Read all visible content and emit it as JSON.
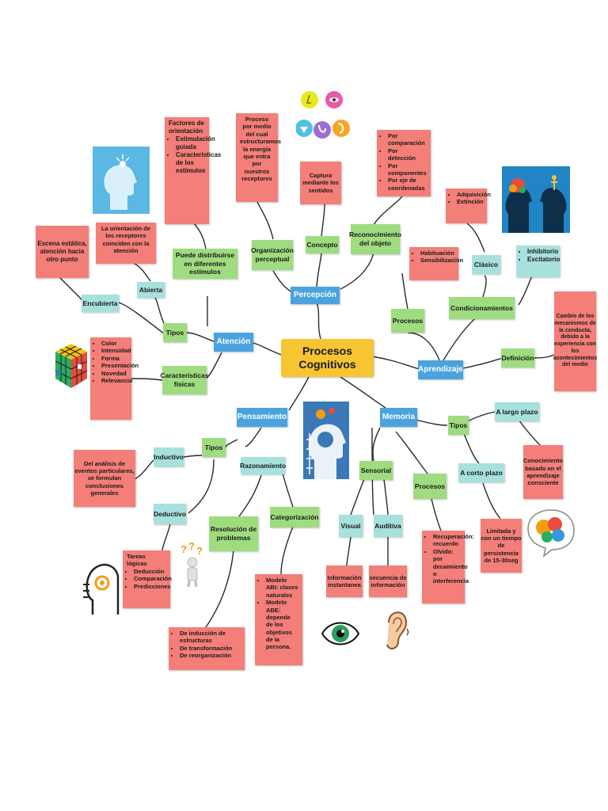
{
  "center_title": "Procesos Cognitivos",
  "main": {
    "percepcion": "Percepción",
    "atencion": "Atención",
    "aprendizaje": "Aprendizaje",
    "pensamiento": "Pensamiento",
    "memoria": "Memoria"
  },
  "percepcion": {
    "organizacion": "Organización perceptual",
    "organizacion_desc": "Proceso por medio del cual estructuramos la energía que entra por nuestros receptores",
    "concepto": "Concepto",
    "concepto_desc": "Captura mediante los sentidos",
    "reconocimiento": "Reconocimiento del objeto",
    "reconocimiento_items": [
      "Por comparación",
      "Por detección",
      "Por componentes",
      "Por eje de coordenadas"
    ]
  },
  "atencion": {
    "distribuirse": "Puede distribuirse en diferentes estímulos",
    "factores_title": "Factores de orientación",
    "factores_items": [
      "Estimulación guiada",
      "Características de los estímulos"
    ],
    "tipos": "Tipos",
    "abierta": "Abierta",
    "abierta_desc": "La orientación de los receptores coinciden con la atención",
    "encubierta": "Encubierta",
    "encubierta_desc": "Escena estática, atención hacia otro punto",
    "caracteristicas": "Características físicas",
    "caracteristicas_items": [
      "Color",
      "Intensidad",
      "Forma",
      "Presentación",
      "Novedad",
      "Relevancia"
    ]
  },
  "aprendizaje": {
    "procesos": "Procesos",
    "procesos_items": [
      "Habituación",
      "Sensibilización"
    ],
    "condicionamientos": "Condicionamientos",
    "clasico": "Clásico",
    "clasico_items": [
      "Adquisición",
      "Extinción"
    ],
    "tipos_items": [
      "Inhibitorio",
      "Excitatorio"
    ],
    "definicion": "Definición",
    "definicion_desc": "Cambio de los mecanismos de la conducta, debido a la experiencia con los acontecimientos del medio"
  },
  "pensamiento": {
    "tipos": "Tipos",
    "inductivo": "Inductivo",
    "inductivo_desc": "Del análisis de eventos particulares, se formulan conclusiones generales",
    "deductivo": "Deductivo",
    "deductivo_items": [
      "Tareas lógicas",
      "Deducción",
      "Comparación",
      "Predicciones"
    ],
    "razonamiento": "Razonamiento",
    "resolucion": "Resolución de problemas",
    "resolucion_items": [
      "De inducción de estructuras",
      "De transformación",
      "De reorganización"
    ],
    "categorizacion": "Categorización",
    "categorizacion_items": [
      "Modelo ABI: clases naturales",
      "Modelo ABE: depende de los objetivos de la persona."
    ]
  },
  "memoria": {
    "sensorial": "Sensorial",
    "visual": "Visual",
    "visual_desc": "Información instantanea",
    "auditiva": "Auditiva",
    "auditiva_desc": "secuencia de información",
    "procesos": "Procesos",
    "procesos_items": [
      "Recuperación: recuerdo",
      "Olvido: por decaimiento o interferencia"
    ],
    "tipos": "Tipos",
    "largo": "A largo plazo",
    "largo_desc": "Conocimiento basado en el aprendizaje consciente",
    "corto": "A corto plazo",
    "corto_desc": "Limitada y con un tiempo de persistencia de 15-30seg"
  },
  "colors": {
    "red": "#f47e78",
    "green": "#9edc7f",
    "teal": "#a7e1dd",
    "blue": "#4aa3df",
    "yellow": "#f7c531"
  },
  "icons": [
    "senses-icon",
    "head-touch-icon",
    "brain-heads-icon",
    "rubiks-cube-icon",
    "head-thinking-icon",
    "question-figure-icon",
    "gear-head-icon",
    "eye-icon",
    "ear-icon",
    "brain-bubble-icon"
  ]
}
